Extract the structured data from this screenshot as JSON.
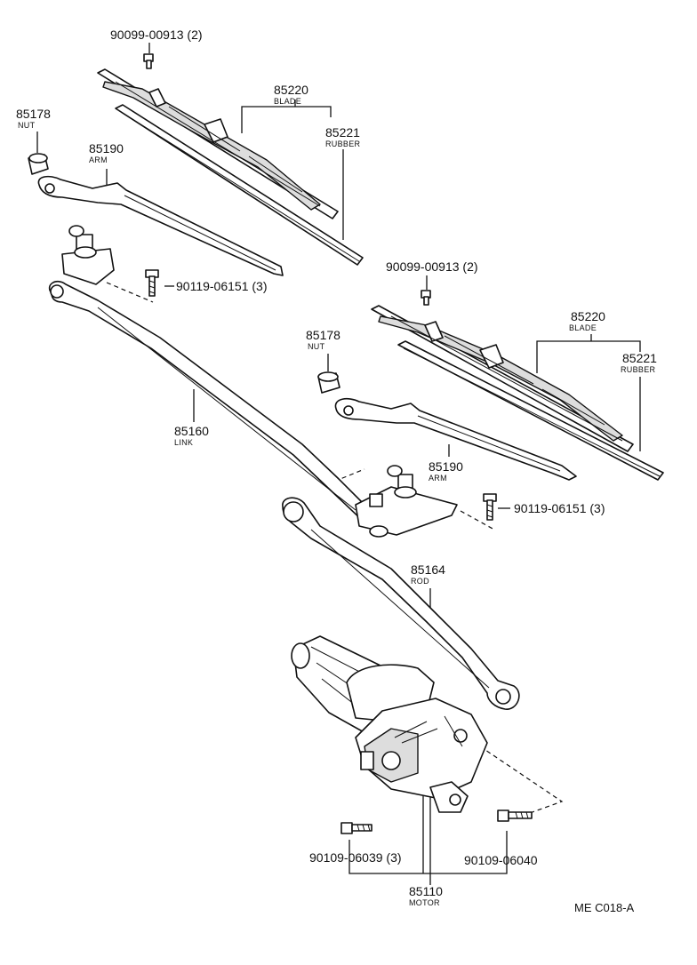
{
  "diagram": {
    "code": "ME C018-A",
    "labels": {
      "screw_top": "90099-00913 (2)",
      "screw_mid": "90099-00913 (2)",
      "blade_left_no": "85220",
      "blade_left_name": "BLADE",
      "rubber_left_no": "85221",
      "rubber_left_name": "RUBBER",
      "blade_right_no": "85220",
      "blade_right_name": "BLADE",
      "rubber_right_no": "85221",
      "rubber_right_name": "RUBBER",
      "nut_left_no": "85178",
      "nut_left_name": "NUT",
      "nut_right_no": "85178",
      "nut_right_name": "NUT",
      "arm_left_no": "85190",
      "arm_left_name": "ARM",
      "arm_right_no": "85190",
      "arm_right_name": "ARM",
      "bolt_left": "90119-06151 (3)",
      "bolt_right": "90119-06151 (3)",
      "link_no": "85160",
      "link_name": "LINK",
      "rod_no": "85164",
      "rod_name": "ROD",
      "motor_bolt_left": "90109-06039 (3)",
      "motor_bolt_right": "90109-06040",
      "motor_no": "85110",
      "motor_name": "MOTOR"
    }
  }
}
